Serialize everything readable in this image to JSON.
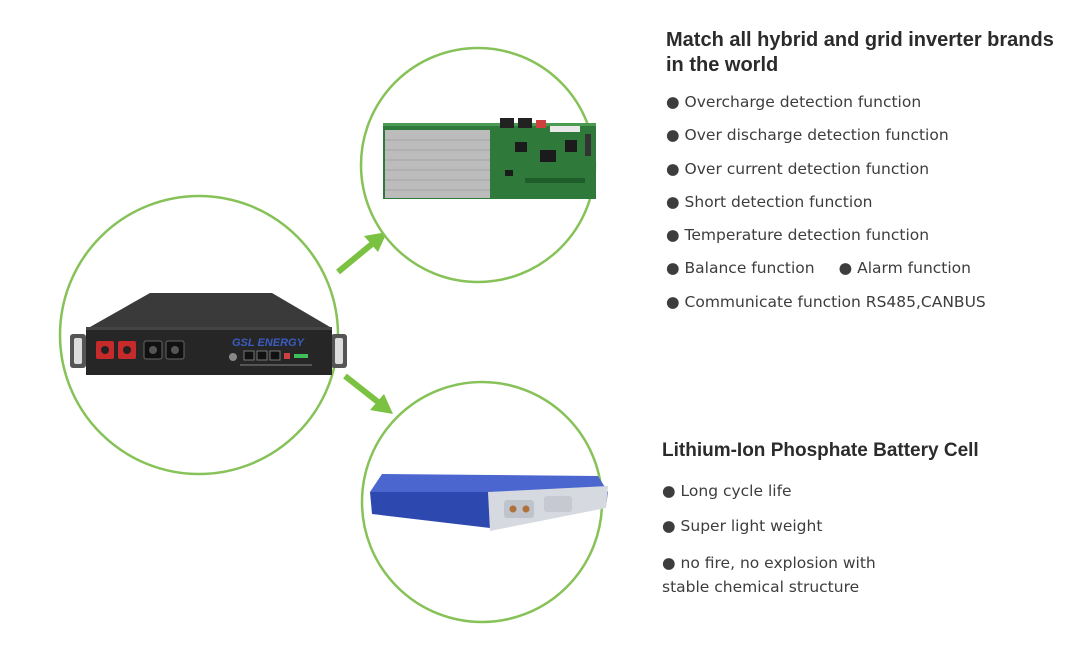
{
  "colors": {
    "accent_green": "#7cc242",
    "circle_stroke": "#86c257",
    "cell_blue": "#2f4db5",
    "pcb_green": "#2f7a3a",
    "chassis": "#2c2c2c"
  },
  "battery_module": {
    "brand_logo": "GSL ENERGY"
  },
  "bms_features": {
    "title": "Match all hybrid and grid inverter brands in the world",
    "bullet": "●",
    "items": [
      "Overcharge detection function",
      "Over discharge detection function",
      "Over current detection function",
      "Short detection function",
      "Temperature detection function",
      "Balance function",
      "Communicate function RS485,CANBUS"
    ],
    "extra_item": "Alarm function"
  },
  "cell_features": {
    "title": "Lithium-Ion Phosphate Battery Cell",
    "bullet": "●",
    "items": [
      "Long cycle life",
      "Super light weight",
      "no fire, no explosion with stable chemical structure"
    ]
  }
}
